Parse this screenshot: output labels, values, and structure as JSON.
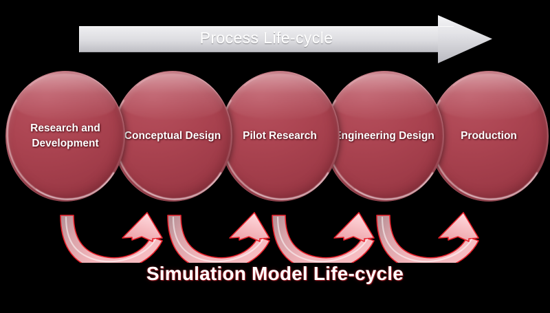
{
  "diagram": {
    "top_arrow": {
      "label": "Process Life-cycle",
      "icon": "right-arrow-icon",
      "fill_top": "#ebebed",
      "fill_bottom": "#c2c2c7",
      "text_color": "#ffffff"
    },
    "stages": [
      {
        "label": "Research and Development",
        "index": 1
      },
      {
        "label": "Conceptual Design",
        "index": 2
      },
      {
        "label": "Pilot Research",
        "index": 3
      },
      {
        "label": "Engineering Design",
        "index": 4
      },
      {
        "label": "Production",
        "index": 5
      }
    ],
    "stage_style": {
      "fill": "#a8404e",
      "fill_light": "#b7515e",
      "fill_dark": "#8d3340",
      "label_color": "#ffffff"
    },
    "feedback_arrows": {
      "count": 4,
      "icon": "curved-up-arrow-icon",
      "fill": "#eda6ab",
      "fill_shade": "#b98f93",
      "stroke": "#e8212b",
      "direction": "right-to-left-loop-up"
    },
    "caption": {
      "label": "Simulation Model Life-cycle",
      "color": "#ffffff",
      "glow": "#be232d"
    },
    "background": "#000000"
  }
}
